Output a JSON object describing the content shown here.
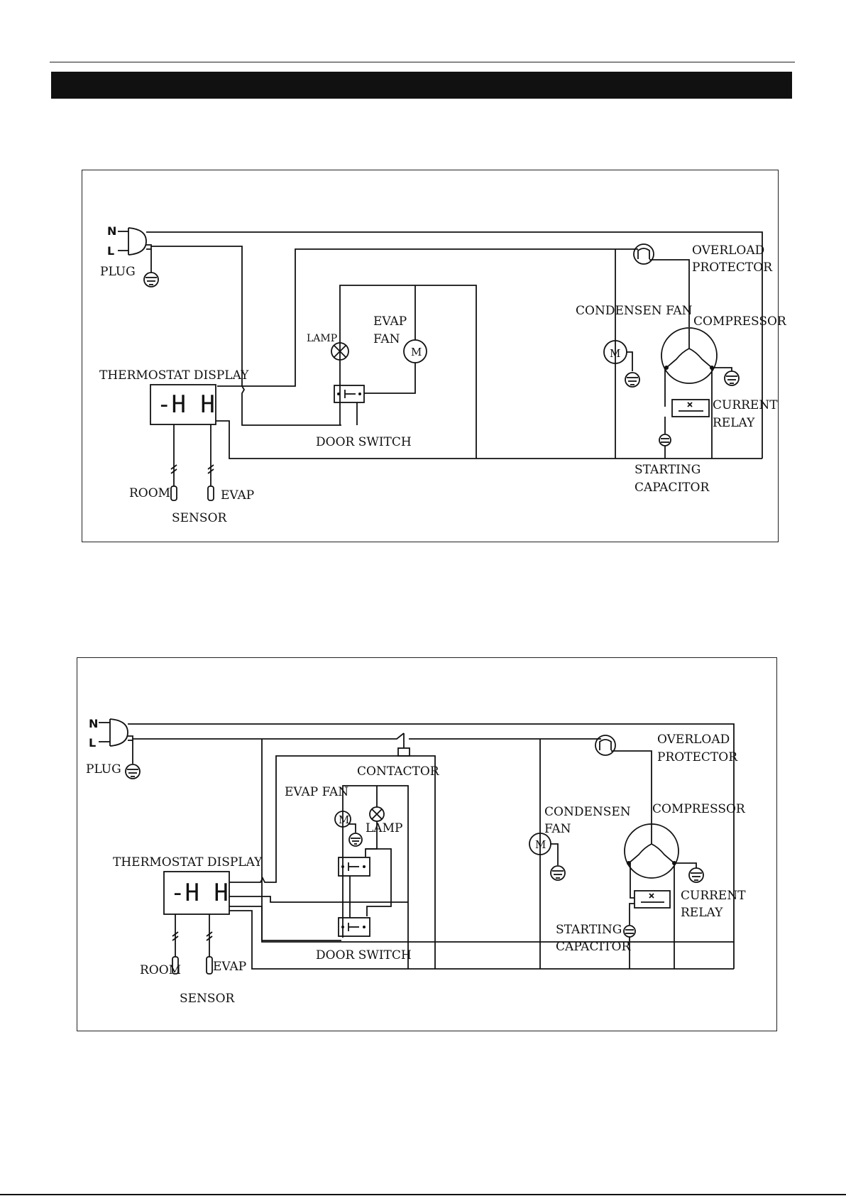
{
  "diagram1": {
    "plug_n": "N",
    "plug_l": "L",
    "plug": "PLUG",
    "thermostat_display": "THERMOSTAT DISPLAY",
    "display_readout": "-H H",
    "lamp": "LAMP",
    "evap_fan_1": "EVAP",
    "evap_fan_2": "FAN",
    "motor_small": "M",
    "door_switch": "DOOR SWITCH",
    "room": "ROOM",
    "evap": "EVAP",
    "sensor": "SENSOR",
    "condensen_fan": "CONDENSEN FAN",
    "motor_big": "M",
    "overload_1": "OVERLOAD",
    "overload_2": "PROTECTOR",
    "compressor": "COMPRESSOR",
    "current_1": "CURRENT",
    "current_2": "RELAY",
    "starting_1": "STARTING",
    "starting_2": "CAPACITOR"
  },
  "diagram2": {
    "plug_n": "N",
    "plug_l": "L",
    "plug": "PLUG",
    "contactor": "CONTACTOR",
    "evap_fan": "EVAP FAN",
    "motor_small": "M",
    "lamp": "LAMP",
    "thermostat_display": "THERMOSTAT DISPLAY",
    "display_readout": "-H H",
    "door_switch": "DOOR SWITCH",
    "room": "ROOM",
    "evap": "EVAP",
    "sensor": "SENSOR",
    "condensen_1": "CONDENSEN",
    "condensen_2": "FAN",
    "motor_cond": "M",
    "overload_1": "OVERLOAD",
    "overload_2": "PROTECTOR",
    "compressor": "COMPRESSOR",
    "current_1": "CURRENT",
    "current_2": "RELAY",
    "starting_1": "STARTING",
    "starting_2": "CAPACITOR"
  }
}
